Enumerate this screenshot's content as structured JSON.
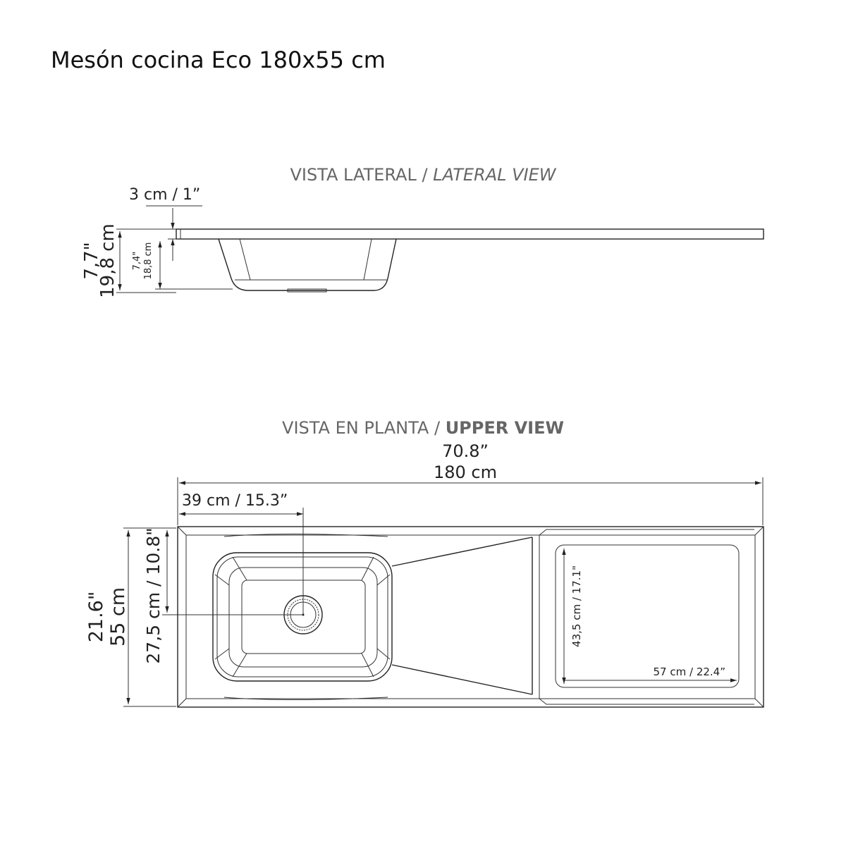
{
  "title": "Mesón cocina Eco 180x55 cm",
  "lateral_view": {
    "heading_es": "VISTA LATERAL / ",
    "heading_en": "LATERAL VIEW",
    "thickness_label": "3 cm / 1”",
    "total_height_in": "7,7\"",
    "total_height_cm": "19,8 cm",
    "basin_depth_in": "7,4\"",
    "basin_depth_cm": "18,8 cm"
  },
  "upper_view": {
    "heading_es": "VISTA EN PLANTA / ",
    "heading_en": "UPPER VIEW",
    "length_in": "70.8”",
    "length_cm": "180 cm",
    "drain_offset_label": "39 cm  / 15.3”",
    "width_in": "21.6\"",
    "width_cm": "55 cm",
    "drain_center_label": "27,5 cm / 10.8\"",
    "drainboard_depth_label": "43,5 cm / 17.1\"",
    "drainboard_length_label": "57 cm / 22.4”"
  }
}
